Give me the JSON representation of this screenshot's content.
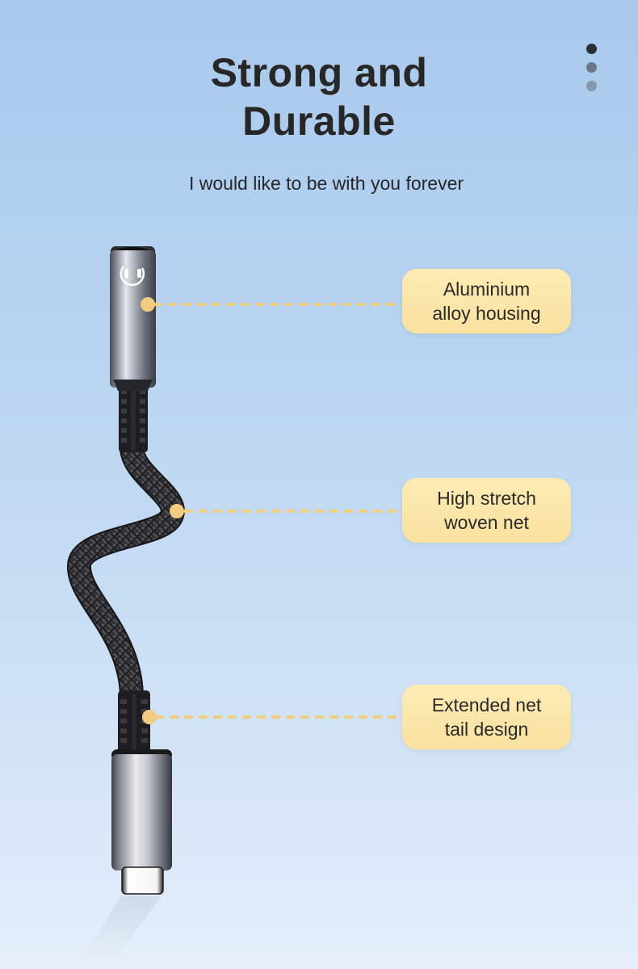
{
  "header": {
    "title_line1": "Strong and",
    "title_line2": "Durable",
    "subtitle": "I would like to be with you forever"
  },
  "pager": {
    "dots": [
      {
        "state": "active",
        "color": "#2b2e33"
      },
      {
        "state": "inactive",
        "color": "#6b7a8a"
      },
      {
        "state": "inactive",
        "color": "#8798aa"
      }
    ]
  },
  "callouts": [
    {
      "line1": "Aluminium",
      "line2": "alloy housing",
      "target": "female-3.5mm-jack-housing"
    },
    {
      "line1": "High stretch",
      "line2": "woven net",
      "target": "braided-cable"
    },
    {
      "line1": "Extended net",
      "line2": "tail design",
      "target": "usb-c-strain-relief"
    }
  ],
  "colors": {
    "accent_callout": "#f9e1a0",
    "callout_line": "#f0cf82",
    "title_text": "#272727",
    "background_top": "#a9c9ec",
    "background_bottom": "#e6eefa"
  },
  "product": {
    "name": "USB-C to 3.5mm headphone jack adapter",
    "icon": "headphone-icon"
  }
}
